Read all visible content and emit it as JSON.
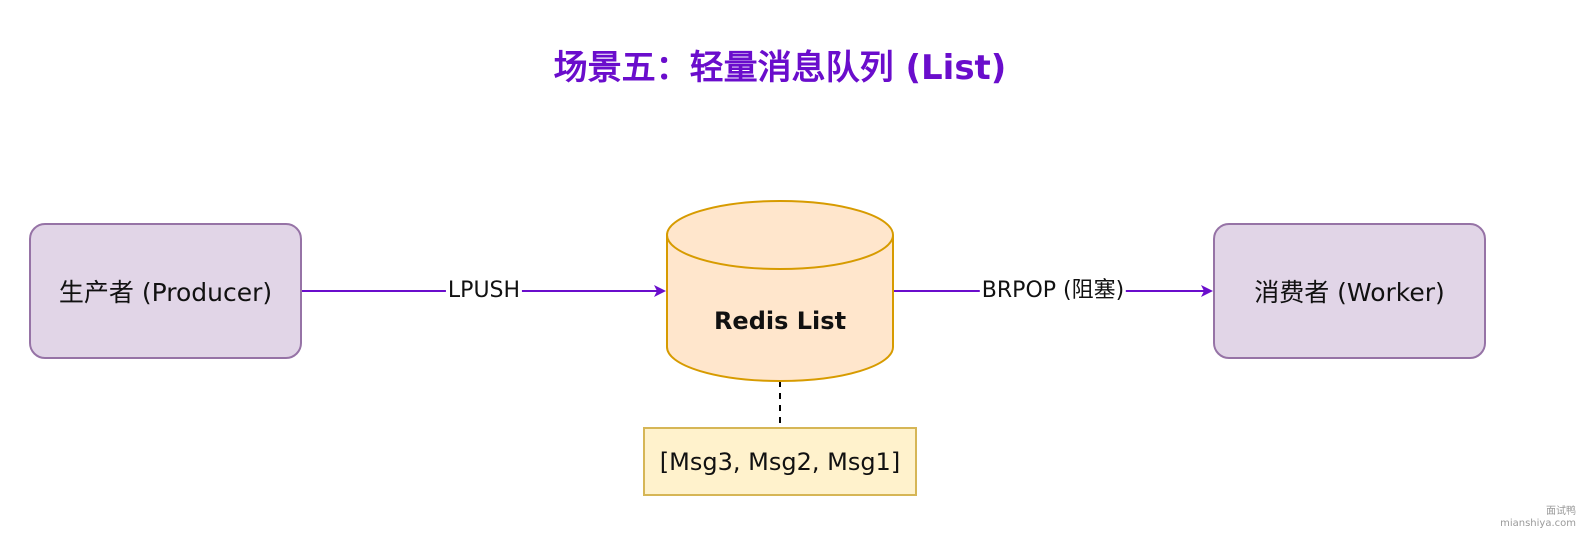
{
  "title": "场景五：轻量消息队列 (List)",
  "nodes": {
    "producer": {
      "label": "生产者 (Producer)"
    },
    "redis_list": {
      "label": "Redis List"
    },
    "worker": {
      "label": "消费者 (Worker)"
    },
    "queue_note": {
      "label": "[Msg3, Msg2, Msg1]"
    }
  },
  "edges": {
    "push": {
      "label": "LPUSH",
      "color": "#6a0dcc"
    },
    "pop": {
      "label": "BRPOP (阻塞)",
      "color": "#6a0dcc"
    }
  },
  "colors": {
    "title": "#6a0dcc",
    "process_fill": "#e1d5e7",
    "process_stroke": "#9673a6",
    "store_fill": "#ffe6cc",
    "store_stroke": "#d79b00",
    "note_fill": "#fff2cc",
    "note_stroke": "#d6b656"
  },
  "watermark": {
    "line1": "面试鸭",
    "line2": "mianshiya.com"
  }
}
